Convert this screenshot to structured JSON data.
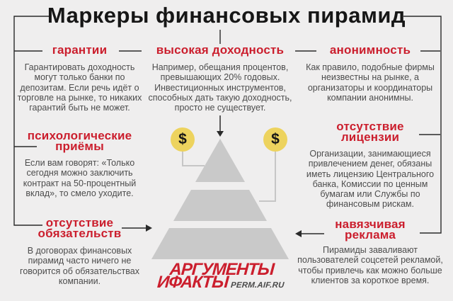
{
  "title": "Маркеры финансовых пирамид",
  "sections": {
    "guarantees": {
      "header": "гарантии",
      "body": "Гарантировать доходность могут только банки по депозитам. Если речь идёт о торговле на рынке, то никаких гарантий быть не может."
    },
    "high_yield": {
      "header": "высокая доходность",
      "body": "Например, обещания процентов, превышающих 20% годовых. Инвестиционных инструментов, способных дать такую доходность, просто не существует."
    },
    "anonymity": {
      "header": "анонимность",
      "body": "Как правило, подобные фирмы неизвестны на рынке, а организаторы и координаторы компании анонимны."
    },
    "psychological_tricks": {
      "header": "психологические\nприёмы",
      "body": "Если вам говорят: «Только сегодня можно заключить контракт на 50-процентный вклад», то смело уходите."
    },
    "no_license": {
      "header": "отсутствие\nлицензии",
      "body": "Организации, занимающиеся привлечением денег, обязаны иметь лицензию Центрального банка, Комиссии по ценным бумагам или Службы по финансовым рискам."
    },
    "no_obligations": {
      "header": "отсутствие\nобязательств",
      "body": "В договорах финансовых пирамид часто ничего не говорится об обязательствах компании."
    },
    "intrusive_ads": {
      "header": "навязчивая\nреклама",
      "body": "Пирамиды заваливают пользователей соцсетей рекламой, чтобы привлечь как можно больше клиентов за короткое время."
    }
  },
  "pyramid": {
    "coin_symbol": "$"
  },
  "logo": {
    "line1": "АРГУМЕНТЫ",
    "line2": "ИФАКТЫ",
    "site": "PERM.AIF.RU"
  },
  "colors": {
    "accent_red": "#cb1e2d",
    "title_black": "#161616",
    "body_gray": "#4c4c4c",
    "background": "#efeeee",
    "pyramid_gray": "#c9c9c9",
    "coin_yellow": "#edd35e",
    "connector_gray": "#c6c6c6",
    "line_dark": "#2a2a2a"
  }
}
